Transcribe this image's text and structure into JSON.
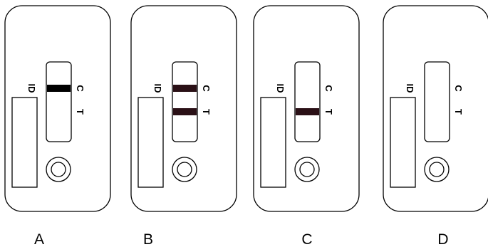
{
  "text": {
    "id_label": "ID",
    "control_mark": "C",
    "test_mark": "T"
  },
  "colors": {
    "outline": "#000000",
    "band_black": "#000000",
    "band_dark": "#2a1016"
  },
  "cassettes": [
    {
      "label": "A",
      "control_band": true,
      "test_band": false,
      "band_color": "#000000"
    },
    {
      "label": "B",
      "control_band": true,
      "test_band": true,
      "band_color": "#2a1016"
    },
    {
      "label": "C",
      "control_band": false,
      "test_band": true,
      "band_color": "#2a1016"
    },
    {
      "label": "D",
      "control_band": false,
      "test_band": false,
      "band_color": "#000000"
    }
  ]
}
